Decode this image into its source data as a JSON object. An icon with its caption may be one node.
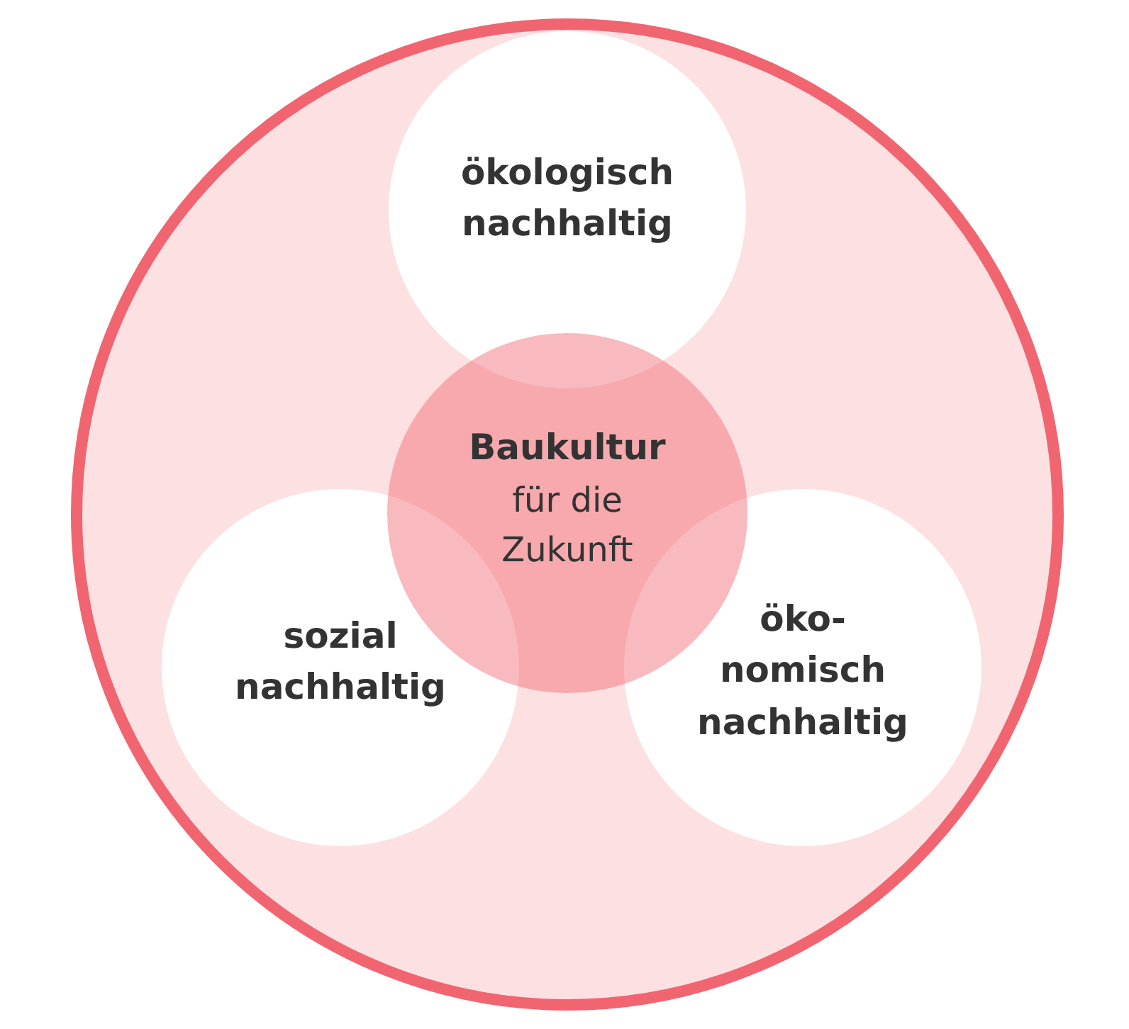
{
  "diagram": {
    "nodes": [
      {
        "text": [],
        "shape": "circle"
      },
      {
        "text": [
          "ökologisch nachhaltig"
        ],
        "in": 0
      },
      {
        "text": [
          "sozial nachhaltig"
        ],
        "in": 0
      },
      {
        "text": [
          "öko- nomisch nachhaltig"
        ],
        "in": 0
      },
      {
        "text": [
          "Baukultur",
          "für die Zukunft"
        ],
        "in": 0
      }
    ],
    "edges": []
  }
}
